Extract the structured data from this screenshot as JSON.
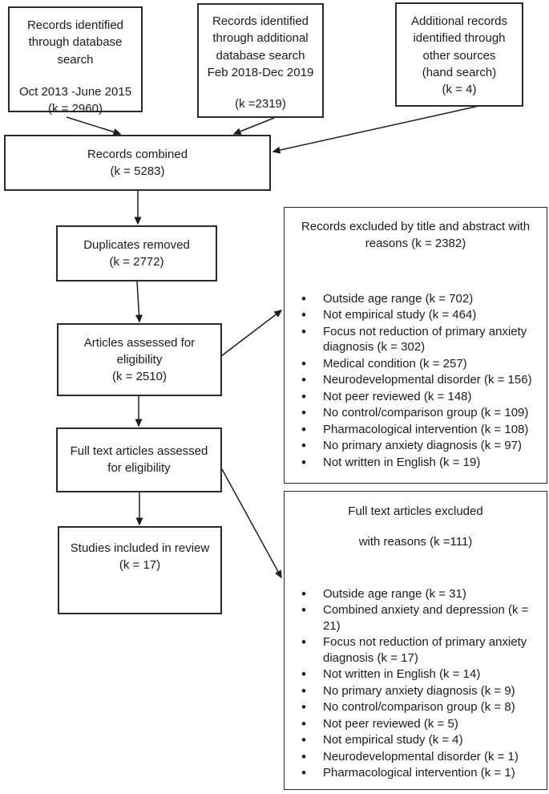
{
  "flow": {
    "box_db1": {
      "title": "Records identified\nthrough database\nsearch",
      "detail": "Oct 2013 -June 2015\n(k = 2960)"
    },
    "box_db2": {
      "title": "Records identified\nthrough additional\ndatabase search\nFeb 2018-Dec 2019",
      "detail": "(k =2319)"
    },
    "box_other": {
      "title": "Additional records\nidentified through\nother sources\n(hand search)\n(k = 4)"
    },
    "box_combined": {
      "title": "Records combined\n(k = 5283)"
    },
    "box_duplicates": {
      "title": "Duplicates removed\n(k = 2772)"
    },
    "box_assessed": {
      "title": "Articles assessed for\neligibility\n(k = 2510)"
    },
    "box_fulltext": {
      "title": "Full text articles assessed\nfor eligibility"
    },
    "box_included": {
      "title": "Studies included in review\n(k = 17)"
    },
    "box_excluded_title_abstract": {
      "title": "Records excluded by title and abstract with\nreasons (k = 2382)",
      "items": [
        "Outside age range (k = 702)",
        "Not empirical study (k = 464)",
        "Focus not reduction of primary anxiety diagnosis (k = 302)",
        "Medical condition (k = 257)",
        "Neurodevelopmental disorder (k = 156)",
        "Not peer reviewed (k = 148)",
        "No control/comparison group (k = 109)",
        "Pharmacological intervention (k = 108)",
        "No primary anxiety diagnosis (k = 97)",
        "Not written in English (k = 19)"
      ]
    },
    "box_excluded_fulltext": {
      "title_line1": "Full text articles excluded",
      "title_line2": "with reasons (k =111)",
      "items": [
        "Outside age range (k = 31)",
        "Combined anxiety and depression (k = 21)",
        "Focus not reduction of primary anxiety diagnosis (k = 17)",
        "Not written in English (k = 14)",
        "No primary anxiety diagnosis (k = 9)",
        "No control/comparison group (k = 8)",
        "Not peer reviewed (k = 5)",
        "Not empirical study (k = 4)",
        "Neurodevelopmental disorder (k = 1)",
        "Pharmacological intervention (k = 1)"
      ]
    },
    "colors": {
      "line": "#1d1d1d",
      "text": "#1b1b1b"
    }
  }
}
